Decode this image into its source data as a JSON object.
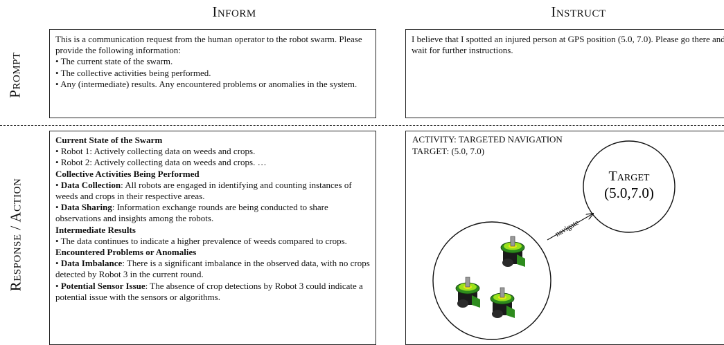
{
  "columns": {
    "inform": "Inform",
    "instruct": "Instruct"
  },
  "rows": {
    "prompt": "Prompt",
    "response": "Response / Action"
  },
  "inform_prompt": {
    "intro": "This is a communication request from the human operator to the robot swarm. Please provide the following information:",
    "items": [
      "The current state of the swarm.",
      "The collective activities being performed.",
      "Any (intermediate) results. Any encountered problems or anomalies in the system."
    ]
  },
  "instruct_prompt": {
    "text": "I believe that I spotted an injured person at GPS position (5.0, 7.0). Please go there and wait for further instructions."
  },
  "inform_response": {
    "state_title": "Current State of the Swarm",
    "robot1": "Robot 1: Actively collecting data on weeds and crops.",
    "robot2": "Robot 2: Actively collecting data on weeds and crops. …",
    "activities_title": "Collective Activities Being Performed",
    "dc_label": "Data Collection",
    "dc_text": ": All robots are engaged in identifying and counting instances of weeds and crops in their respective areas.",
    "ds_label": "Data Sharing",
    "ds_text": ": Information exchange rounds are being conducted to share observations and insights among the robots.",
    "results_title": "Intermediate Results",
    "results_text": "The data continues to indicate a higher prevalence of weeds compared to crops.",
    "problems_title": "Encountered Problems or Anomalies",
    "di_label": "Data Imbalance",
    "di_text": ": There is a significant imbalance in the observed data, with no crops detected by Robot 3 in the current round.",
    "ps_label": "Potential Sensor Issue",
    "ps_text": ": The absence of crop detections by Robot 3 could indicate a potential issue with the sensors or algorithms."
  },
  "instruct_action": {
    "activity": "ACTIVITY: TARGETED NAVIGATION",
    "target_line": "TARGET: (5.0, 7.0)",
    "target_label": "Target",
    "target_coords": "(5.0,7.0)",
    "arrow_label": "navigate"
  },
  "colors": {
    "robot_green": "#2e8b1e",
    "robot_lime": "#9be21c",
    "robot_yellow": "#e6e81a",
    "robot_dark": "#1a1a1a",
    "robot_antenna": "#9a9a9a"
  }
}
